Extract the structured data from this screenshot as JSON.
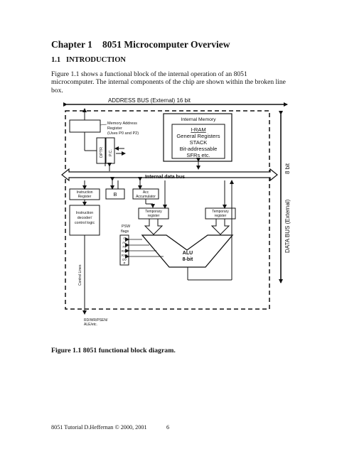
{
  "chapter": {
    "number": "Chapter 1",
    "title": "8051 Microcomputer Overview"
  },
  "section": {
    "number": "1.1",
    "title": "INTRODUCTION"
  },
  "paragraph": "Figure 1.1 shows a functional block of the internal operation of an 8051 microcomputer. The internal components of the chip are shown within the broken line box.",
  "diagram": {
    "address_bus": "ADDRESS BUS (External) 16 bit",
    "data_bus_ext": "DATA BUS (External)",
    "data_bus_width": "8 bit",
    "internal_data_bus": "Internal data bus",
    "mar": [
      "Memory Address",
      "Register",
      "(Uses P0 and P2)"
    ],
    "dptr": "DPTR",
    "pc": "P.C.",
    "internal_memory": "Internal Memory",
    "iram": [
      "I-RAM",
      "General Registers",
      "STACK",
      "Bit-addressable",
      "SFRs etc."
    ],
    "instruction_register": [
      "Instruction",
      "Register"
    ],
    "b_register": "B",
    "accumulator": [
      "Acc",
      "Accumulator"
    ],
    "decoder": [
      "Instruction",
      "decoder/",
      "control logic"
    ],
    "temp_reg_left": [
      "Temporary",
      "register"
    ],
    "temp_reg_right": [
      "Temporary",
      "register"
    ],
    "psw_title": [
      "PSW",
      "flags"
    ],
    "psw_flags": [
      "C",
      "AC",
      "F0",
      "RS1",
      "RS0",
      "OV",
      "P"
    ],
    "alu": [
      "ALU",
      "8-bit"
    ],
    "control_lines": "Control Lines",
    "control_signals": [
      "RD/WR/PSEN/",
      "ALE/etc."
    ]
  },
  "caption": "Figure 1.1  8051 functional block diagram.",
  "footer": "8051 Tutorial D.Heffernan © 2000, 2001",
  "page_number": "6"
}
